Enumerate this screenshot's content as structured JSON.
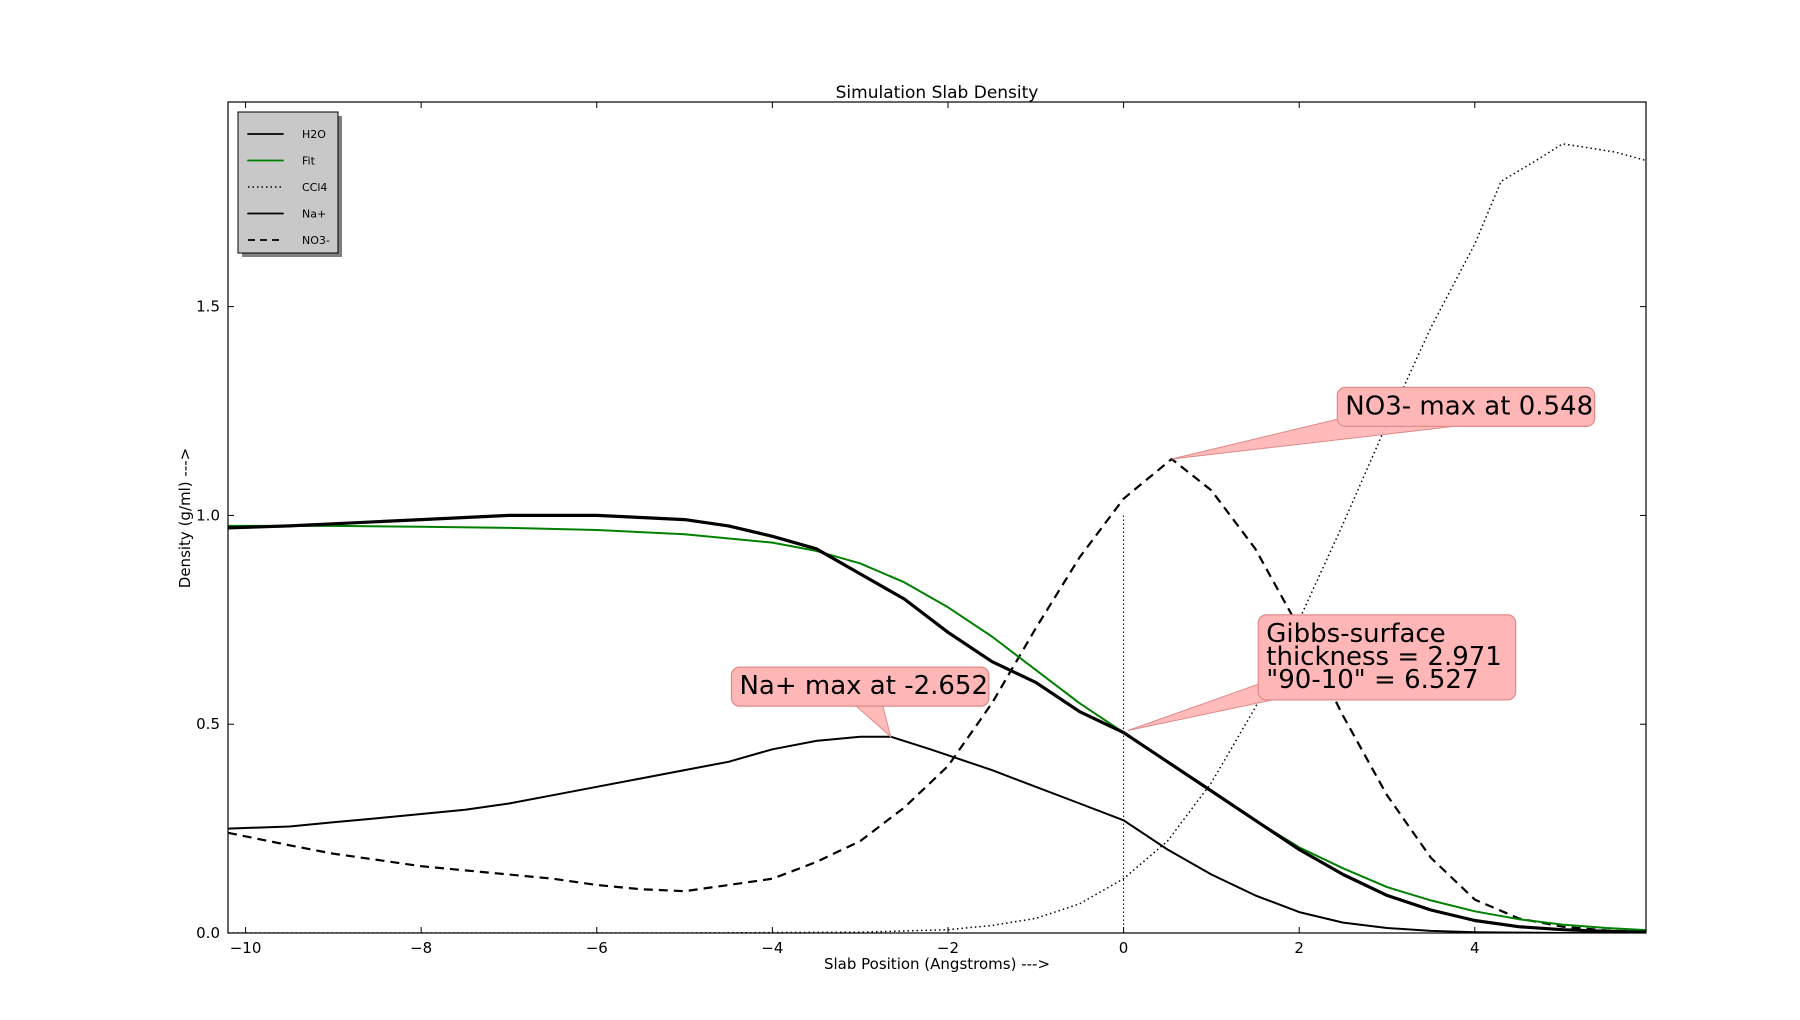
{
  "chart_data": {
    "type": "line",
    "title": "Simulation Slab Density",
    "xlabel": "Slab Position (Angstroms) --->",
    "ylabel": "Density (g/ml) --->",
    "xlim": [
      -10.2,
      5.95
    ],
    "ylim": [
      0.0,
      1.99
    ],
    "xticks": [
      -10,
      -8,
      -6,
      -4,
      -2,
      0,
      2,
      4
    ],
    "xtick_labels": [
      "−10",
      "−8",
      "−6",
      "−4",
      "−2",
      "0",
      "2",
      "4"
    ],
    "yticks": [
      0.0,
      0.5,
      1.0,
      1.5
    ],
    "ytick_labels": [
      "0.0",
      "0.5",
      "1.0",
      "1.5"
    ],
    "grid": false,
    "legend_position": "top-left",
    "series": [
      {
        "name": "H2O",
        "color": "#000000",
        "style": "solid-thick",
        "x": [
          -10.2,
          -9.5,
          -9,
          -8.5,
          -8,
          -7.5,
          -7,
          -6.5,
          -6,
          -5.5,
          -5,
          -4.5,
          -4,
          -3.5,
          -3,
          -2.5,
          -2,
          -1.5,
          -1,
          -0.5,
          0,
          0.5,
          1,
          1.5,
          2,
          2.5,
          3,
          3.5,
          4,
          4.5,
          5,
          5.5,
          5.95
        ],
        "y": [
          0.97,
          0.975,
          0.98,
          0.985,
          0.99,
          0.995,
          1.0,
          1.0,
          1.0,
          0.995,
          0.99,
          0.975,
          0.95,
          0.92,
          0.86,
          0.8,
          0.72,
          0.65,
          0.6,
          0.53,
          0.48,
          0.41,
          0.34,
          0.27,
          0.2,
          0.14,
          0.09,
          0.055,
          0.03,
          0.015,
          0.008,
          0.004,
          0.002
        ]
      },
      {
        "name": "Fit",
        "color": "#008000",
        "style": "solid",
        "x": [
          -10.2,
          -9,
          -8,
          -7,
          -6,
          -5,
          -4,
          -3.5,
          -3,
          -2.5,
          -2,
          -1.5,
          -1,
          -0.5,
          0,
          0.5,
          1,
          1.5,
          2,
          2.5,
          3,
          3.5,
          4,
          4.5,
          5,
          5.5,
          5.95
        ],
        "y": [
          0.975,
          0.975,
          0.973,
          0.97,
          0.965,
          0.955,
          0.935,
          0.915,
          0.885,
          0.84,
          0.78,
          0.71,
          0.63,
          0.55,
          0.48,
          0.41,
          0.34,
          0.27,
          0.205,
          0.155,
          0.11,
          0.078,
          0.052,
          0.033,
          0.02,
          0.012,
          0.007
        ]
      },
      {
        "name": "CCl4",
        "color": "#000000",
        "style": "dotted",
        "x": [
          -10.2,
          -5,
          -3,
          -2,
          -1.5,
          -1,
          -0.5,
          0,
          0.5,
          1,
          1.5,
          2,
          2.5,
          3,
          3.5,
          4,
          4.3,
          4.7,
          5,
          5.3,
          5.6,
          5.95
        ],
        "y": [
          0.0,
          0.0,
          0.002,
          0.008,
          0.018,
          0.035,
          0.07,
          0.13,
          0.22,
          0.36,
          0.54,
          0.75,
          0.98,
          1.22,
          1.45,
          1.65,
          1.8,
          1.85,
          1.89,
          1.88,
          1.87,
          1.85
        ]
      },
      {
        "name": "Na+",
        "color": "#000000",
        "style": "solid",
        "x": [
          -10.2,
          -9.5,
          -9,
          -8.5,
          -8,
          -7.5,
          -7,
          -6.5,
          -6,
          -5.5,
          -5,
          -4.5,
          -4,
          -3.5,
          -3,
          -2.652,
          -2.2,
          -1.5,
          -1,
          -0.5,
          0,
          0.5,
          1,
          1.5,
          2,
          2.5,
          3,
          3.5,
          4,
          4.5,
          5,
          5.95
        ],
        "y": [
          0.25,
          0.255,
          0.265,
          0.275,
          0.285,
          0.295,
          0.31,
          0.33,
          0.35,
          0.37,
          0.39,
          0.41,
          0.44,
          0.46,
          0.47,
          0.47,
          0.44,
          0.39,
          0.35,
          0.31,
          0.27,
          0.2,
          0.14,
          0.09,
          0.05,
          0.025,
          0.012,
          0.005,
          0.002,
          0.001,
          0.0,
          0.0
        ]
      },
      {
        "name": "NO3-",
        "color": "#000000",
        "style": "dashed",
        "x": [
          -10.2,
          -9.5,
          -9,
          -8.5,
          -8,
          -7.5,
          -7,
          -6.5,
          -6,
          -5.5,
          -5,
          -4.5,
          -4,
          -3.5,
          -3,
          -2.5,
          -2,
          -1.5,
          -1,
          -0.5,
          0,
          0.548,
          1,
          1.5,
          2,
          2.5,
          3,
          3.5,
          4,
          4.5,
          5,
          5.5,
          5.95
        ],
        "y": [
          0.24,
          0.21,
          0.19,
          0.175,
          0.16,
          0.15,
          0.14,
          0.13,
          0.115,
          0.105,
          0.1,
          0.115,
          0.13,
          0.17,
          0.22,
          0.3,
          0.4,
          0.55,
          0.73,
          0.9,
          1.04,
          1.135,
          1.06,
          0.92,
          0.73,
          0.52,
          0.33,
          0.18,
          0.08,
          0.035,
          0.015,
          0.006,
          0.003
        ]
      }
    ],
    "vline": {
      "x": 0.0,
      "y_top": 1.0,
      "style": "dotted"
    },
    "annotations": [
      {
        "lines": [
          "NO3- max at 0.548"
        ],
        "target_x": 0.548,
        "target_y": 1.135,
        "text_x": 3.9,
        "text_y": 1.26
      },
      {
        "lines": [
          "Gibbs-surface",
          "thickness = 2.971",
          "\"90-10\" = 6.527"
        ],
        "target_x": 0.05,
        "target_y": 0.485,
        "text_x": 3.0,
        "text_y": 0.66
      },
      {
        "lines": [
          "Na+ max at -2.652"
        ],
        "target_x": -2.652,
        "target_y": 0.47,
        "text_x": -3.0,
        "text_y": 0.59
      }
    ]
  }
}
